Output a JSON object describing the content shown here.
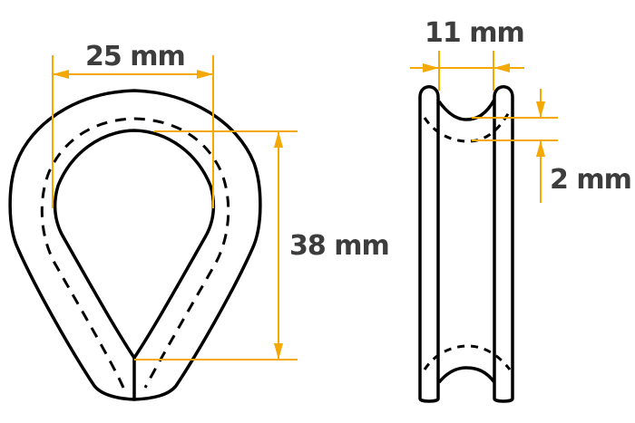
{
  "diagram": {
    "type": "thimble-dimensions",
    "colors": {
      "outline": "#000000",
      "dimension": "#f5a800",
      "label": "#3d3d3d",
      "background": "#ffffff"
    },
    "front_view": {
      "width_label": "25 mm",
      "height_label": "38 mm"
    },
    "side_view": {
      "width_label": "11 mm",
      "groove_depth_label": "2 mm"
    }
  }
}
